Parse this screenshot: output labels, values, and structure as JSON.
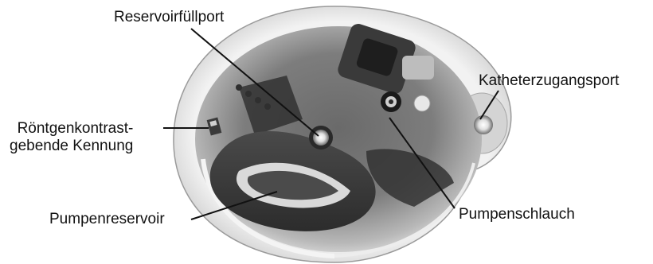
{
  "labels": {
    "reservoir_port": "Reservoirfüllport",
    "catheter_port": "Katheterzugangsport",
    "roentgen_line1": "Röntgenkontrast-",
    "roentgen_line2": "gebende Kennung",
    "pump_reservoir": "Pumpenreservoir",
    "pump_tube": "Pumpenschlauch"
  },
  "colors": {
    "ink": "#111111",
    "device_light": "#d8d8d8",
    "device_mid": "#8a8a8a",
    "device_dark": "#2a2a2a"
  }
}
